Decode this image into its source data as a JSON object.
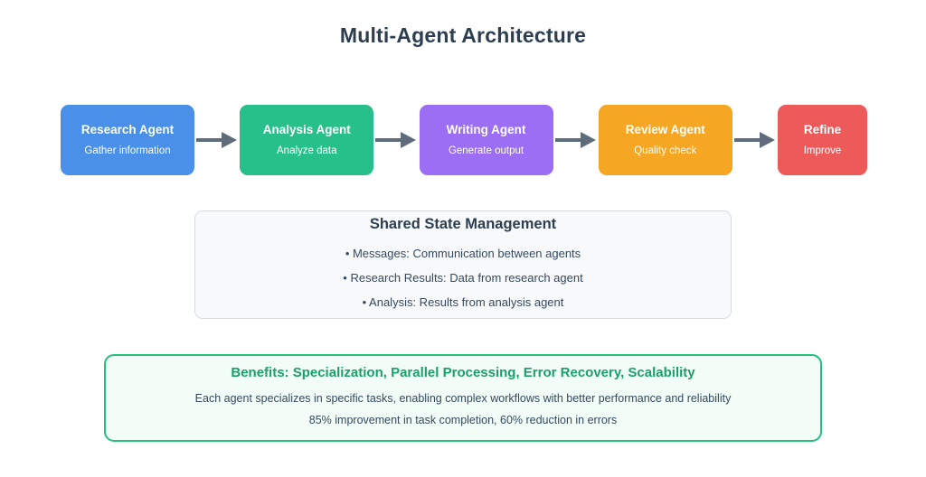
{
  "page": {
    "title": "Multi-Agent Architecture",
    "title_color": "#2c3e50",
    "background": "#ffffff"
  },
  "flow": {
    "arrow_color": "#5f6c7b",
    "agents": [
      {
        "name": "Research Agent",
        "description": "Gather information",
        "color": "#4a90e8",
        "width": 148
      },
      {
        "name": "Analysis Agent",
        "description": "Analyze data",
        "color": "#27c08a",
        "width": 148
      },
      {
        "name": "Writing Agent",
        "description": "Generate output",
        "color": "#9b6ef3",
        "width": 148
      },
      {
        "name": "Review Agent",
        "description": "Quality check",
        "color": "#f5a623",
        "width": 148
      },
      {
        "name": "Refine",
        "description": "Improve",
        "color": "#ed5a5a",
        "width": 99
      }
    ]
  },
  "shared_state": {
    "heading": "Shared State Management",
    "items": [
      "• Messages: Communication between agents",
      "• Research Results: Data from research agent",
      "• Analysis: Results from analysis agent"
    ],
    "background": "#f8f9fa",
    "border_color": "#d7dbe0"
  },
  "benefits": {
    "heading": "Benefits: Specialization, Parallel Processing, Error Recovery, Scalability",
    "heading_color": "#1aa06a",
    "lines": [
      "Each agent specializes in specific tasks, enabling complex workflows with better performance and reliability",
      "85% improvement in task completion, 60% reduction in errors"
    ],
    "background": "#f2fdf7",
    "border_color": "#23c07f"
  }
}
